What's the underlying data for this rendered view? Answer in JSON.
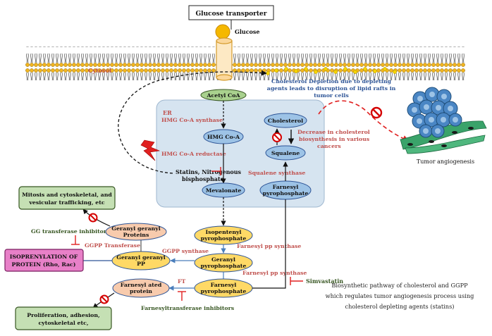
{
  "title": "Glucose transporter",
  "labels": {
    "glucose": "Glucose",
    "cytosol": "Cytosol",
    "depletion": [
      "Cholesterol Depletion due to depleting",
      "agents leads to disruption of lipid rafts in",
      "tumor cells"
    ],
    "er": "ER",
    "hmg_synthase": "HMG Co-A synthase",
    "hmg_reductase": "HMG Co-A reductase",
    "statins": [
      "Statins, Nitrogenous",
      "bisphosphate"
    ],
    "decrease": [
      "Decrease in cholesterol",
      "biosynthesis in various",
      "cancers"
    ],
    "squalene_synthase": "Squalene synthase",
    "tumor_angiogenesis": "Tumor angiogenesis",
    "gg_inhibitors": "GG transferase inhibitors",
    "ggpp_transferase": "GGPP Transferase",
    "ggpp_synthase": "GGPP synthase",
    "fpp_synthase_1": "Farnesyl pp synthase",
    "fpp_synthase_2": "Farnesyl pp synthase",
    "simvastatin": "Simvastatin",
    "ft": "FT",
    "ft_inhibitors": "Farnesyltransferase inhibitors"
  },
  "nodes": {
    "acetyl_coa": "Acetyl CoA",
    "hmg_coa": "HMG Co-A",
    "mevalonate": "Mevalonate",
    "cholesterol": "Cholesterol",
    "squalene": "Squalene",
    "farnesyl_pp_er": [
      "Farnesyl",
      "pyrophosphate"
    ],
    "isopentenyl": [
      "Isopentenyl",
      "pyrophosphate"
    ],
    "geranyl_pp": [
      "Geranyl",
      "pyrophosphate"
    ],
    "farnesyl_pp": [
      "Farnesyl",
      "pyrophosphate"
    ],
    "geranyl_geranyl_pp": [
      "Geranyl geranyl",
      "PP"
    ],
    "geranyl_geranyl_proteins": [
      "Geranyl geranyl",
      "Proteins"
    ],
    "farnesylated_protein": [
      "Farnesyl ated",
      "protein"
    ]
  },
  "outcomes": {
    "mitosis": [
      "Mitosis and cytoskeletal, and",
      "vesicular trafficking, etc"
    ],
    "isoprenylation": [
      "ISOPRENYLATION OF",
      "PROTEIN (Rho, Rac)"
    ],
    "proliferation": [
      "Proliferation, adhesion,",
      "cytoskeletal etc,"
    ]
  },
  "caption": [
    "Biosynthetic pathway of cholesterol and GGPP",
    "which regulates tumor angiogenesis process using",
    "cholesterol depleting agents (statins)"
  ],
  "colors": {
    "node_blue": "#9dc3e6",
    "node_green": "#a9d18e",
    "node_yellow": "#ffd966",
    "node_peach": "#f8cbad",
    "outcome_green": "#c5e0b4",
    "outcome_pink": "#e880c8",
    "er_fill": "#d6e4f0",
    "enzyme_red": "#c0504d",
    "inhibitor_green": "#385723",
    "depletion_blue": "#2e5597",
    "inhibit_red": "#e02020"
  }
}
